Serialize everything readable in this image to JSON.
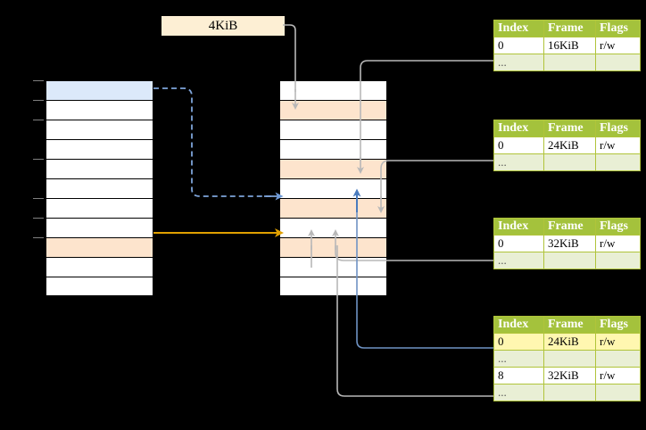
{
  "diagram": {
    "title": "multi-level page table walk",
    "background": "#000000",
    "colors": {
      "header_green": "#a4c23c",
      "row_alt_green": "#e9efd5",
      "highlight_yellow": "#fff7b0",
      "peach": "#fde4cd",
      "blue_row": "#dce9fa",
      "orange_arrow": "#e0a000",
      "blue_arrow": "#5b86c4",
      "gray_arrow": "#b8b8b8",
      "label_bg": "#fdefd4"
    }
  },
  "size_label": {
    "text": "4KiB"
  },
  "left_stack": {
    "name": "left-memory-stack",
    "rows": [
      {
        "fill": "blue"
      },
      {
        "fill": "white"
      },
      {
        "fill": "white"
      },
      {
        "fill": "white"
      },
      {
        "fill": "white"
      },
      {
        "fill": "white"
      },
      {
        "fill": "white"
      },
      {
        "fill": "white"
      },
      {
        "fill": "peach"
      },
      {
        "fill": "white"
      },
      {
        "fill": "white"
      }
    ]
  },
  "middle_stack": {
    "name": "middle-memory-stack",
    "rows": [
      {
        "fill": "white"
      },
      {
        "fill": "peach"
      },
      {
        "fill": "white"
      },
      {
        "fill": "white"
      },
      {
        "fill": "peach"
      },
      {
        "fill": "white"
      },
      {
        "fill": "peach"
      },
      {
        "fill": "white"
      },
      {
        "fill": "peach"
      },
      {
        "fill": "white"
      },
      {
        "fill": "white"
      }
    ]
  },
  "page_tables": [
    {
      "name": "page-table-1",
      "headers": [
        "Index",
        "Frame",
        "Flags"
      ],
      "rows": [
        {
          "index": "0",
          "frame": "16KiB",
          "flags": "r/w",
          "ellipsis": false,
          "highlight": []
        },
        {
          "index": "...",
          "frame": "",
          "flags": "",
          "ellipsis": true,
          "highlight": []
        }
      ]
    },
    {
      "name": "page-table-2",
      "headers": [
        "Index",
        "Frame",
        "Flags"
      ],
      "rows": [
        {
          "index": "0",
          "frame": "24KiB",
          "flags": "r/w",
          "ellipsis": false,
          "highlight": []
        },
        {
          "index": "...",
          "frame": "",
          "flags": "",
          "ellipsis": true,
          "highlight": []
        }
      ]
    },
    {
      "name": "page-table-3",
      "headers": [
        "Index",
        "Frame",
        "Flags"
      ],
      "rows": [
        {
          "index": "0",
          "frame": "32KiB",
          "flags": "r/w",
          "ellipsis": false,
          "highlight": []
        },
        {
          "index": "...",
          "frame": "",
          "flags": "",
          "ellipsis": true,
          "highlight": []
        }
      ]
    },
    {
      "name": "page-table-4",
      "headers": [
        "Index",
        "Frame",
        "Flags"
      ],
      "rows": [
        {
          "index": "0",
          "frame": "24KiB",
          "flags": "r/w",
          "ellipsis": false,
          "highlight": [
            "index",
            "frame",
            "flags"
          ]
        },
        {
          "index": "...",
          "frame": "",
          "flags": "",
          "ellipsis": true,
          "highlight": []
        },
        {
          "index": "8",
          "frame": "32KiB",
          "flags": "r/w",
          "ellipsis": false,
          "highlight": []
        },
        {
          "index": "...",
          "frame": "",
          "flags": "",
          "ellipsis": true,
          "highlight": []
        }
      ]
    }
  ]
}
